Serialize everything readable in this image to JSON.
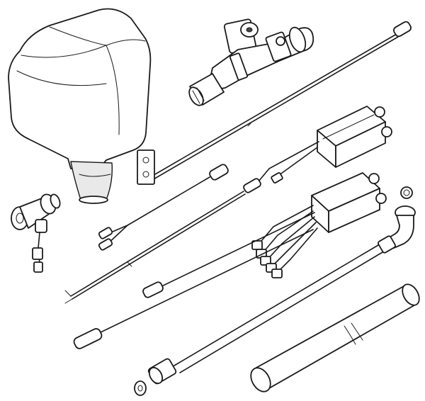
{
  "illustration": {
    "style": "line-art",
    "line_color": "#1a1a1a",
    "background": "#ffffff",
    "parts": [
      "dispenser-housing",
      "solenoid-valve",
      "sensor-cable-long",
      "control-box-upper",
      "control-box-lower",
      "wall-mount-plate",
      "shutoff-valve",
      "wire-harness",
      "flex-hose",
      "sealing-washer",
      "cylinder-tube"
    ]
  }
}
